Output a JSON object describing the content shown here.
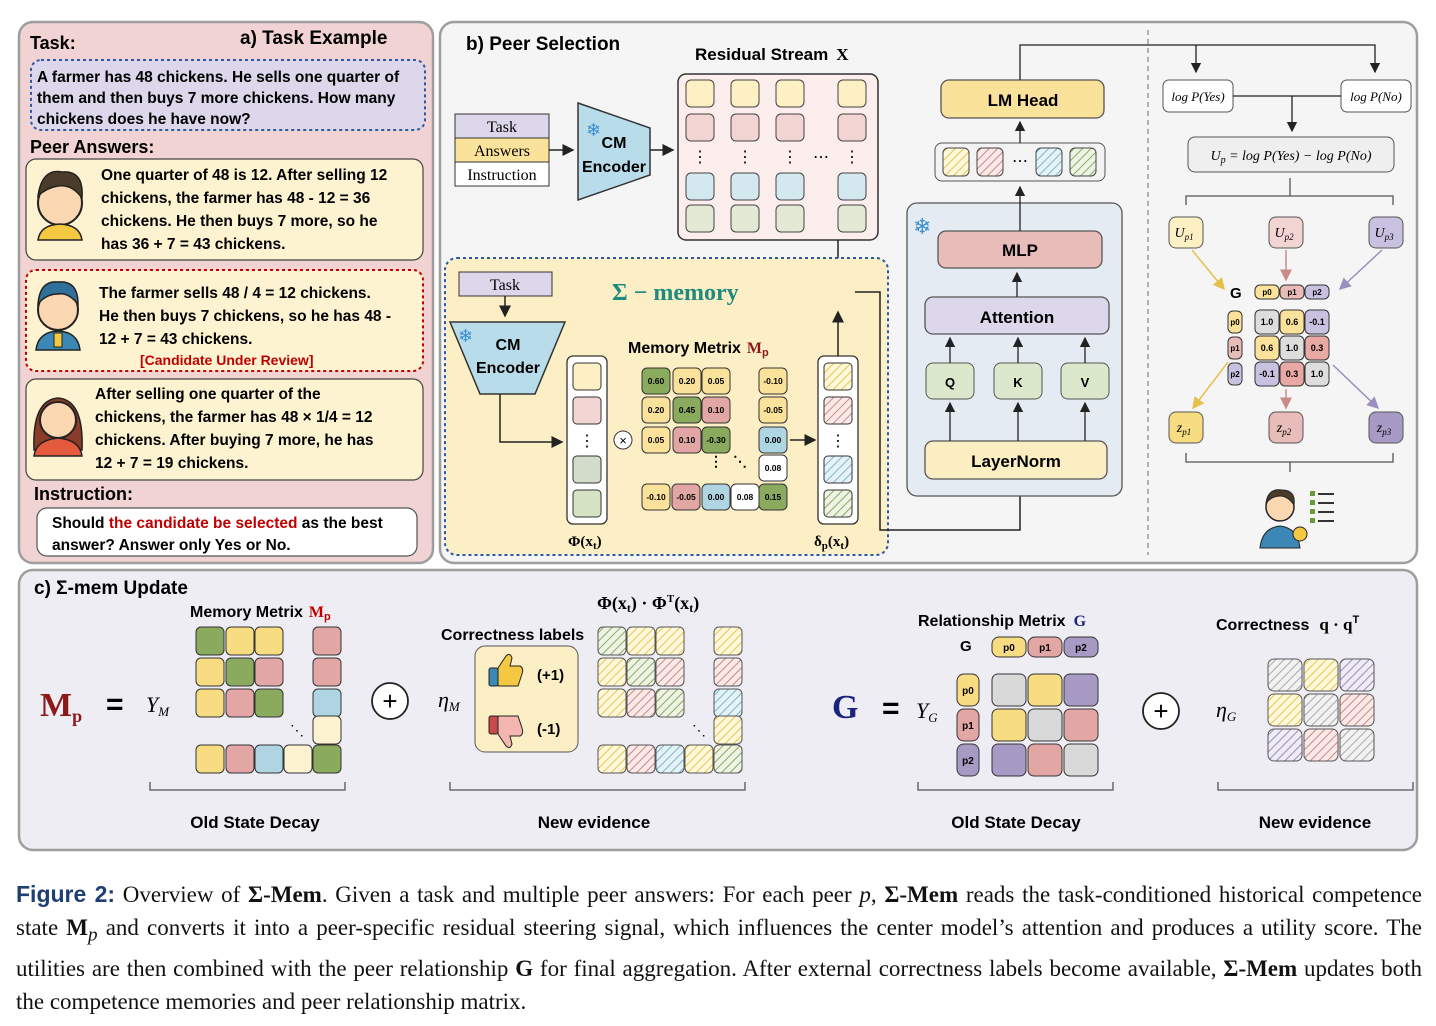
{
  "panel_a": {
    "title": "a) Task Example",
    "task_label": "Task:",
    "task_lines": [
      "A farmer has 48 chickens. He sells one quarter of",
      "them and then buys 7 more chickens. How many",
      "chickens does he have now?"
    ],
    "peer_answers_label": "Peer Answers:",
    "answers": [
      {
        "lines": [
          "One quarter of 48 is 12. After selling 12",
          "chickens, the farmer has 48 - 12 = 36",
          "chickens. He then buys 7 more, so he",
          "has 36 + 7 = 43 chickens."
        ]
      },
      {
        "lines": [
          "The farmer sells 48 / 4 = 12 chickens.",
          "He then buys 7 chickens, so he has 48 -",
          "12 + 7 = 43 chickens."
        ],
        "tag": "[Candidate Under Review]"
      },
      {
        "lines": [
          "After selling one quarter of the",
          "chickens, the farmer has 48 × 1/4 = 12",
          "chickens. After buying 7 more, he has",
          "12 + 7 = 19 chickens."
        ]
      }
    ],
    "instruction_label": "Instruction:",
    "instruction_pre": "Should ",
    "instruction_highlight": "the candidate be selected",
    "instruction_post": " as the best",
    "instruction_line2": "answer? Answer only Yes or No."
  },
  "panel_b": {
    "title": "b) Peer Selection",
    "input_rows": [
      "Task",
      "Answers",
      "Instruction"
    ],
    "encoder_label": [
      "CM",
      "Encoder"
    ],
    "residual_title": "Residual Stream",
    "residual_symbol": "X",
    "memory_title": "Σ − memory",
    "memory_task": "Task",
    "memory_matrix_title": "Memory Metrix",
    "memory_matrix_symbol": "M",
    "memory_matrix_sub": "p",
    "matrix_values": [
      [
        "0.60",
        "0.20",
        "0.05",
        "-0.10"
      ],
      [
        "0.20",
        "0.45",
        "0.10",
        "-0.05"
      ],
      [
        "0.05",
        "0.10",
        "-0.30",
        "0.00"
      ],
      [
        "",
        "",
        "",
        "0.08"
      ],
      [
        "-0.10",
        "-0.05",
        "0.00",
        "0.08",
        "0.15"
      ]
    ],
    "phi_label": "Φ(x",
    "phi_sub": "t",
    "delta_label": "δ",
    "delta_sub": "p",
    "lm_head": "LM Head",
    "mlp": "MLP",
    "attention": "Attention",
    "qkv": [
      "Q",
      "K",
      "V"
    ],
    "layernorm": "LayerNorm",
    "log_yes": "log P(Yes)",
    "log_no": "log P(No)",
    "utility_formula": "U",
    "utility_formula_sub": "p",
    "utility_formula_rhs": " = log P(Yes) − log P(No)",
    "utilities": [
      "U",
      "U",
      "U"
    ],
    "utility_subs": [
      "p1",
      "p2",
      "p3"
    ],
    "g_label": "G",
    "peer_tags": [
      "p0",
      "p1",
      "p2"
    ],
    "g_values": [
      [
        "1.0",
        "0.6",
        "-0.1"
      ],
      [
        "0.6",
        "1.0",
        "0.3"
      ],
      [
        "-0.1",
        "0.3",
        "1.0"
      ]
    ],
    "z_labels": [
      "z",
      "z",
      "z"
    ],
    "z_subs": [
      "p1",
      "p2",
      "p3"
    ]
  },
  "panel_c": {
    "title": "c) Σ-mem Update",
    "memory_matrix_title": "Memory Metrix",
    "m_symbol": "M",
    "m_sub": "p",
    "upsilon_m": "Υ",
    "upsilon_m_sub": "M",
    "eta_m": "η",
    "eta_m_sub": "M",
    "correctness_labels_title": "Correctness labels",
    "plus_one": "(+1)",
    "minus_one": "(-1)",
    "phi_outer": "Φ(x",
    "phi_outer_rest": ") · Φ",
    "relationship_title": "Relationship Metrix",
    "g_symbol": "G",
    "upsilon_g_sub": "G",
    "eta_g_sub": "G",
    "correctness_title": "Correctness",
    "qqT": "q · q",
    "old_state_decay": "Old State Decay",
    "new_evidence": "New evidence"
  },
  "caption": {
    "label": "Figure 2:",
    "text_1": " Overview of ",
    "sigma_mem": "Σ-Mem",
    "text_2": ". Given a task and multiple peer answers: For each peer ",
    "p": "p",
    "text_3": ", ",
    "text_4": " reads the task-conditioned historical competence state ",
    "mp": "M",
    "mp_sub": "p",
    "text_5": " and converts it into a peer-specific residual steering signal, which influences the center model’s attention and produces a utility score. The utilities are then combined with the peer relationship ",
    "g": "G",
    "text_6": " for final aggregation. After external correctness labels become available, ",
    "text_7": " updates both the competence memories and peer relationship matrix."
  },
  "colors": {
    "yellow": "#f7dc82",
    "pink": "#e2a7a4",
    "blue": "#aed5e1",
    "green": "#8aaa5d",
    "lightgreen": "#d5e2c4",
    "purple": "#a79bc6",
    "red": "#c00000",
    "navy": "#1a237e",
    "maroon": "#8b1a1a"
  }
}
